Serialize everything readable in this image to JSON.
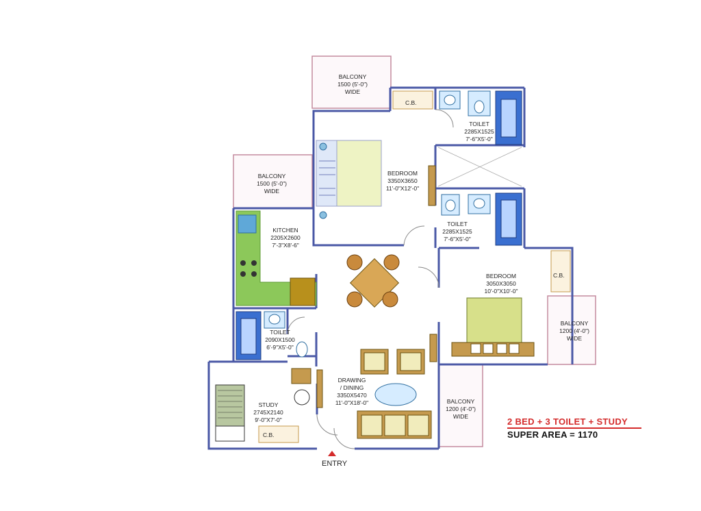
{
  "rooms": {
    "balcony_top": {
      "name": "BALCONY",
      "size": "1500 (5'-0\")",
      "extra": "WIDE"
    },
    "balcony_left": {
      "name": "BALCONY",
      "size": "1500 (5'-0\")",
      "extra": "WIDE"
    },
    "bedroom1": {
      "name": "BEDROOM",
      "size": "3350X3650",
      "imperial": "11'-0\"X12'-0\""
    },
    "toilet_top": {
      "name": "TOILET",
      "size": "2285X1525",
      "imperial": "7'-6\"X5'-0\""
    },
    "toilet_mid": {
      "name": "TOILET",
      "size": "2285X1525",
      "imperial": "7'-6\"X5'-0\""
    },
    "kitchen": {
      "name": "KITCHEN",
      "size": "2205X2600",
      "imperial": "7'-3\"X8'-6\""
    },
    "bedroom2": {
      "name": "BEDROOM",
      "size": "3050X3050",
      "imperial": "10'-0\"X10'-0\""
    },
    "balcony_right": {
      "name": "BALCONY",
      "size": "1200 (4'-0\")",
      "extra": "WIDE"
    },
    "toilet_left": {
      "name": "TOILET",
      "size": "2090X1500",
      "imperial": "6'-9\"X5'-0\""
    },
    "drawing": {
      "name": "DRAWING",
      "name2": "/ DINING",
      "size": "3350X5470",
      "imperial": "11'-0\"X18'-0\""
    },
    "balcony_bottom": {
      "name": "BALCONY",
      "size": "1200 (4'-0\")",
      "extra": "WIDE"
    },
    "study": {
      "name": "STUDY",
      "size": "2745X2140",
      "imperial": "9'-0\"X7'-0\""
    }
  },
  "cupboards": {
    "cb1": "C.B.",
    "cb2": "C.B.",
    "cb3": "C.B."
  },
  "entry": "ENTRY",
  "title": {
    "line1": "2 BED + 3 TOILET + STUDY",
    "line2": "SUPER AREA = 1170"
  },
  "colors": {
    "wall": "#4a58a6",
    "balcony": "#c48a9e",
    "kitchen": "#8cc85a",
    "title_red": "#d42b2b",
    "wood": "#c59a4e"
  }
}
